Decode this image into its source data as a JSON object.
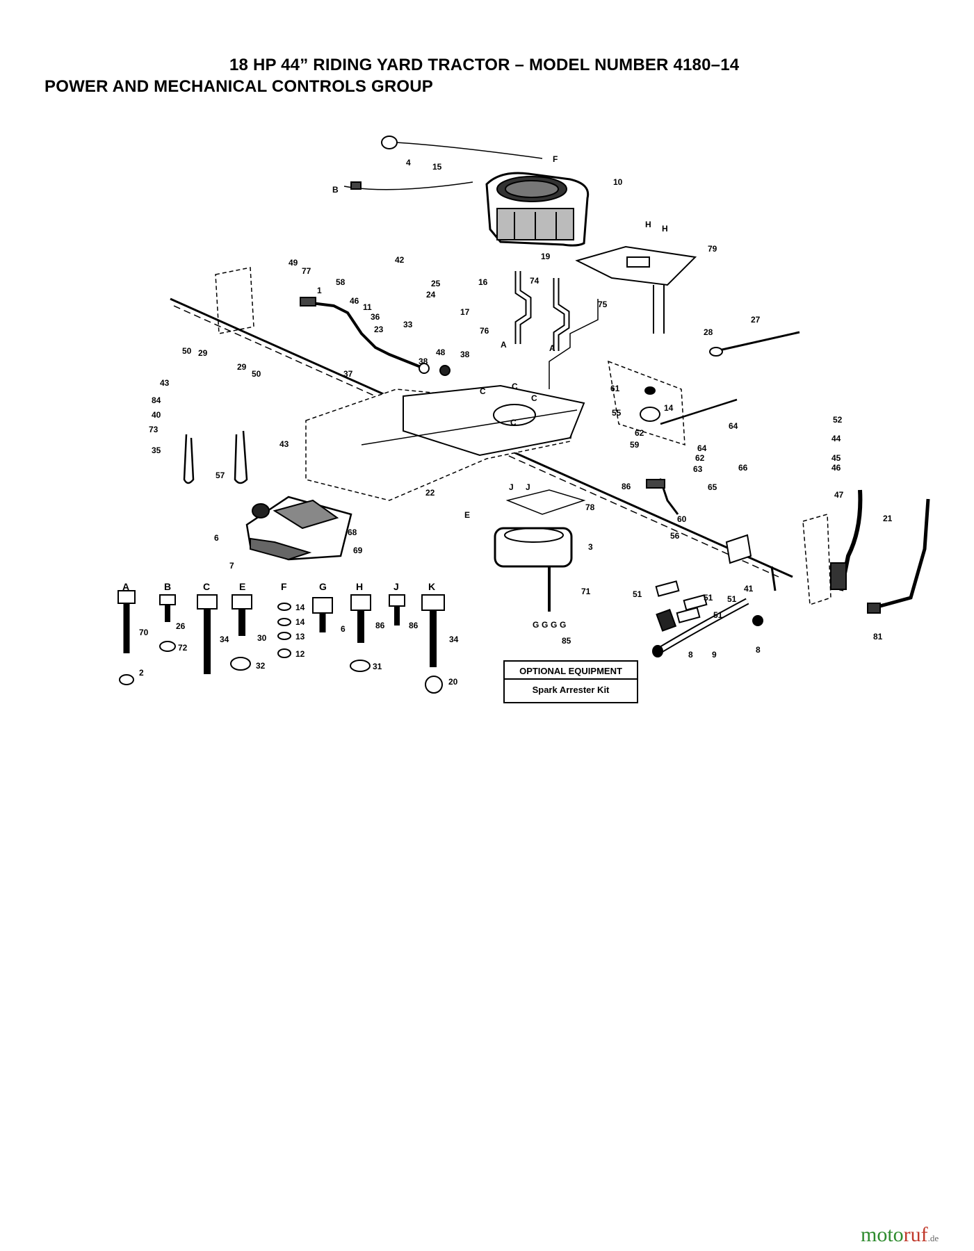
{
  "title_line1": "18 HP 44” RIDING YARD TRACTOR – MODEL NUMBER 4180–14",
  "title_line2": "POWER AND MECHANICAL CONTROLS GROUP",
  "callouts": [
    {
      "id": "15",
      "text": "15"
    },
    {
      "id": "4",
      "text": "4"
    },
    {
      "id": "10",
      "text": "10"
    },
    {
      "id": "79",
      "text": "79"
    },
    {
      "id": "49",
      "text": "49"
    },
    {
      "id": "77",
      "text": "77"
    },
    {
      "id": "58",
      "text": "58"
    },
    {
      "id": "42",
      "text": "42"
    },
    {
      "id": "25",
      "text": "25"
    },
    {
      "id": "24",
      "text": "24"
    },
    {
      "id": "1",
      "text": "1"
    },
    {
      "id": "46",
      "text": "46"
    },
    {
      "id": "11",
      "text": "11"
    },
    {
      "id": "17",
      "text": "17"
    },
    {
      "id": "16",
      "text": "16"
    },
    {
      "id": "19",
      "text": "19"
    },
    {
      "id": "74",
      "text": "74"
    },
    {
      "id": "75",
      "text": "75"
    },
    {
      "id": "36",
      "text": "36"
    },
    {
      "id": "23",
      "text": "23"
    },
    {
      "id": "33",
      "text": "33"
    },
    {
      "id": "76",
      "text": "76"
    },
    {
      "id": "28",
      "text": "28"
    },
    {
      "id": "27",
      "text": "27"
    },
    {
      "id": "50a",
      "text": "50"
    },
    {
      "id": "29a",
      "text": "29"
    },
    {
      "id": "29b",
      "text": "29"
    },
    {
      "id": "50b",
      "text": "50"
    },
    {
      "id": "38a",
      "text": "38"
    },
    {
      "id": "48",
      "text": "48"
    },
    {
      "id": "38b",
      "text": "38"
    },
    {
      "id": "37",
      "text": "37"
    },
    {
      "id": "43a",
      "text": "43"
    },
    {
      "id": "84",
      "text": "84"
    },
    {
      "id": "40",
      "text": "40"
    },
    {
      "id": "73",
      "text": "73"
    },
    {
      "id": "35",
      "text": "35"
    },
    {
      "id": "43b",
      "text": "43"
    },
    {
      "id": "57",
      "text": "57"
    },
    {
      "id": "61",
      "text": "61"
    },
    {
      "id": "14a",
      "text": "14"
    },
    {
      "id": "55",
      "text": "55"
    },
    {
      "id": "62a",
      "text": "62"
    },
    {
      "id": "59",
      "text": "59"
    },
    {
      "id": "64a",
      "text": "64"
    },
    {
      "id": "64b",
      "text": "64"
    },
    {
      "id": "62b",
      "text": "62"
    },
    {
      "id": "63",
      "text": "63"
    },
    {
      "id": "66a",
      "text": "66"
    },
    {
      "id": "86",
      "text": "86"
    },
    {
      "id": "65",
      "text": "65"
    },
    {
      "id": "60",
      "text": "60"
    },
    {
      "id": "56",
      "text": "56"
    },
    {
      "id": "22",
      "text": "22"
    },
    {
      "id": "78",
      "text": "78"
    },
    {
      "id": "3",
      "text": "3"
    },
    {
      "id": "71",
      "text": "71"
    },
    {
      "id": "6",
      "text": "6"
    },
    {
      "id": "7",
      "text": "7"
    },
    {
      "id": "68",
      "text": "68"
    },
    {
      "id": "69",
      "text": "69"
    },
    {
      "id": "52",
      "text": "52"
    },
    {
      "id": "44",
      "text": "44"
    },
    {
      "id": "45",
      "text": "45"
    },
    {
      "id": "46b",
      "text": "46"
    },
    {
      "id": "47",
      "text": "47"
    },
    {
      "id": "21",
      "text": "21"
    },
    {
      "id": "41",
      "text": "41"
    },
    {
      "id": "51a",
      "text": "51"
    },
    {
      "id": "51b",
      "text": "51"
    },
    {
      "id": "51c",
      "text": "51"
    },
    {
      "id": "51d",
      "text": "51"
    },
    {
      "id": "8a",
      "text": "8"
    },
    {
      "id": "9",
      "text": "9"
    },
    {
      "id": "8b",
      "text": "8"
    },
    {
      "id": "81",
      "text": "81"
    },
    {
      "id": "85",
      "text": "85"
    },
    {
      "id": "70",
      "text": "70"
    },
    {
      "id": "2",
      "text": "2"
    },
    {
      "id": "26",
      "text": "26"
    },
    {
      "id": "72",
      "text": "72"
    },
    {
      "id": "34a",
      "text": "34"
    },
    {
      "id": "30",
      "text": "30"
    },
    {
      "id": "32",
      "text": "32"
    },
    {
      "id": "14b",
      "text": "14"
    },
    {
      "id": "14c",
      "text": "14"
    },
    {
      "id": "13",
      "text": "13"
    },
    {
      "id": "12",
      "text": "12"
    },
    {
      "id": "6b",
      "text": "6"
    },
    {
      "id": "31",
      "text": "31"
    },
    {
      "id": "86b",
      "text": "86"
    },
    {
      "id": "86c",
      "text": "86"
    },
    {
      "id": "34b",
      "text": "34"
    },
    {
      "id": "20",
      "text": "20"
    }
  ],
  "connector_letters": [
    {
      "id": "F",
      "text": "F"
    },
    {
      "id": "B",
      "text": "B"
    },
    {
      "id": "H1",
      "text": "H"
    },
    {
      "id": "H2",
      "text": "H"
    },
    {
      "id": "A1",
      "text": "A"
    },
    {
      "id": "A2",
      "text": "A"
    },
    {
      "id": "C1",
      "text": "C"
    },
    {
      "id": "C2",
      "text": "C"
    },
    {
      "id": "C3",
      "text": "C"
    },
    {
      "id": "C4",
      "text": "C"
    },
    {
      "id": "E",
      "text": "E"
    },
    {
      "id": "J1",
      "text": "J"
    },
    {
      "id": "J2",
      "text": "J"
    },
    {
      "id": "G1",
      "text": "G"
    },
    {
      "id": "G2",
      "text": "G"
    },
    {
      "id": "G3",
      "text": "G"
    },
    {
      "id": "G4",
      "text": "G"
    }
  ],
  "fastener_letters": [
    "A",
    "B",
    "C",
    "E",
    "F",
    "G",
    "H",
    "J",
    "K"
  ],
  "optional_box": {
    "title": "OPTIONAL EQUIPMENT",
    "subtitle": "Spark Arrester Kit"
  },
  "watermark": {
    "main_a": "moto",
    "main_b": "ruf",
    "suffix": ".de"
  }
}
